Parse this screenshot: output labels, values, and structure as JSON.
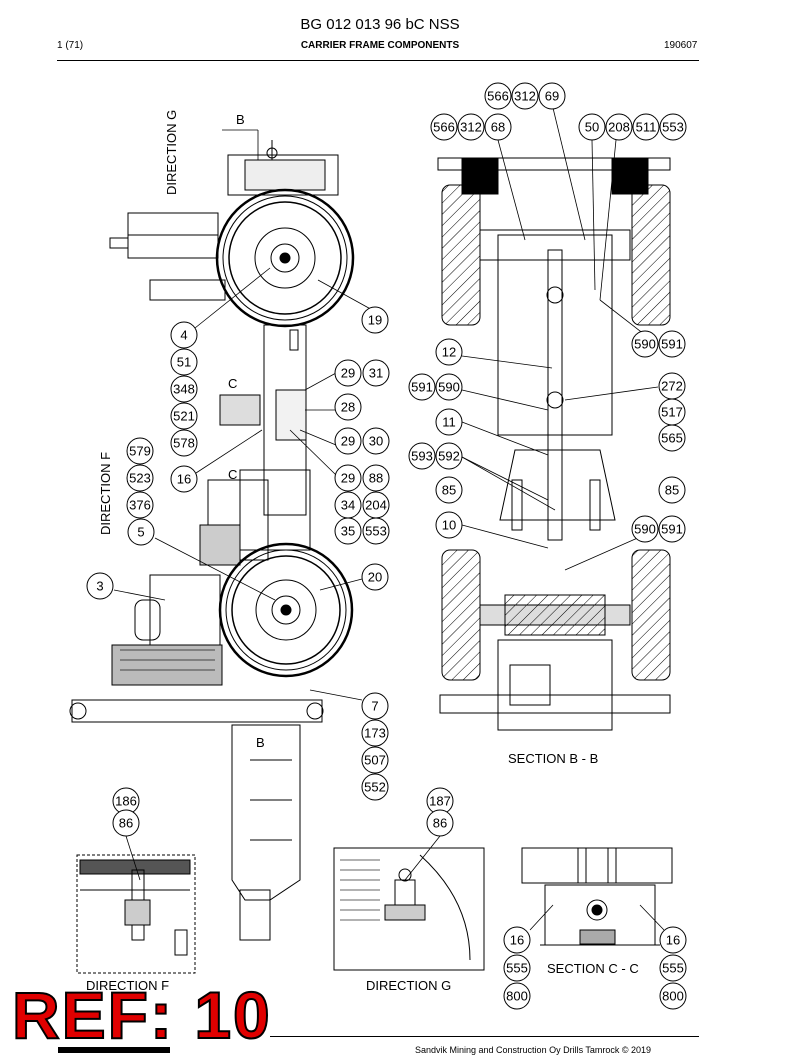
{
  "header": {
    "doc_number": "BG 012 013 96 bC NSS",
    "page": "1 (71)",
    "section_title": "CARRIER FRAME COMPONENTS",
    "date_code": "190607"
  },
  "footer": {
    "copyright": "Sandvik Mining and Construction Oy Drills Tamrock © 2019",
    "ref_stamp": "REF: 10"
  },
  "views": {
    "direction_g_top": "DIRECTION G",
    "direction_f_side": "DIRECTION F",
    "section_bb": "SECTION B - B",
    "section_cc": "SECTION C - C",
    "detail_f": "DIRECTION F",
    "detail_g": "DIRECTION G"
  },
  "section_markers": {
    "b_top": "B",
    "b_bottom": "B",
    "c_top": "C",
    "c_bottom": "C"
  },
  "callouts": {
    "side_left": [
      "4",
      "51",
      "348",
      "521",
      "578"
    ],
    "side_left2": [
      "579",
      "523",
      "376"
    ],
    "c16": "16",
    "c5": "5",
    "c3": "3",
    "c19": "19",
    "c20": "20",
    "c7_stack": [
      "7",
      "173",
      "507",
      "552"
    ],
    "mid_pairs": [
      [
        "29",
        "31"
      ],
      [
        "28"
      ],
      [
        "29",
        "30"
      ],
      [
        "29",
        "88"
      ],
      [
        "34",
        "204"
      ],
      [
        "35",
        "553"
      ]
    ],
    "top_group1": [
      "566",
      "312",
      "69"
    ],
    "top_group2": [
      "566",
      "312",
      "68"
    ],
    "top_group3": [
      "50",
      "208",
      "511",
      "553"
    ],
    "c12": "12",
    "pair_590_591_top": [
      "590",
      "591"
    ],
    "pair_591_590": [
      "591",
      "590"
    ],
    "right_stack": [
      "272",
      "517",
      "565"
    ],
    "c11": "11",
    "pair_593_592": [
      "593",
      "592"
    ],
    "c85_left": "85",
    "c85_right": "85",
    "c10": "10",
    "pair_590_591_bottom": [
      "590",
      "591"
    ],
    "detail_f_stack": [
      "186",
      "86"
    ],
    "detail_g_stack": [
      "187",
      "86"
    ],
    "cc_left": [
      "16",
      "555",
      "800"
    ],
    "cc_right": [
      "16",
      "555",
      "800"
    ]
  }
}
